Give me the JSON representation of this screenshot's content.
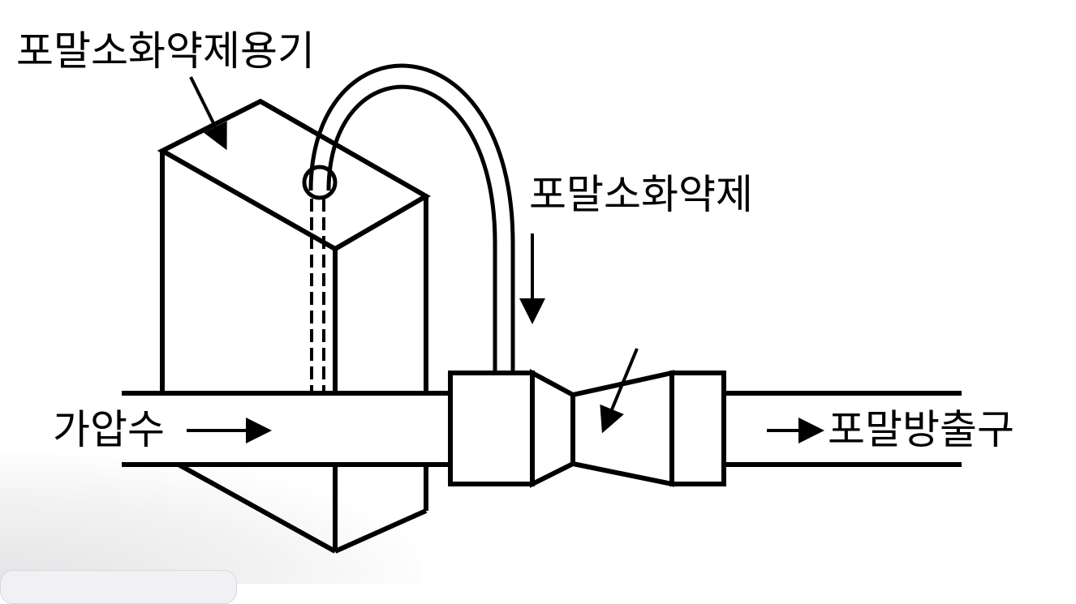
{
  "labels": {
    "container": "포말소화약제용기",
    "agent": "포말소화약제",
    "pressurized_water": "가압수",
    "outlet": "포말방출구"
  }
}
